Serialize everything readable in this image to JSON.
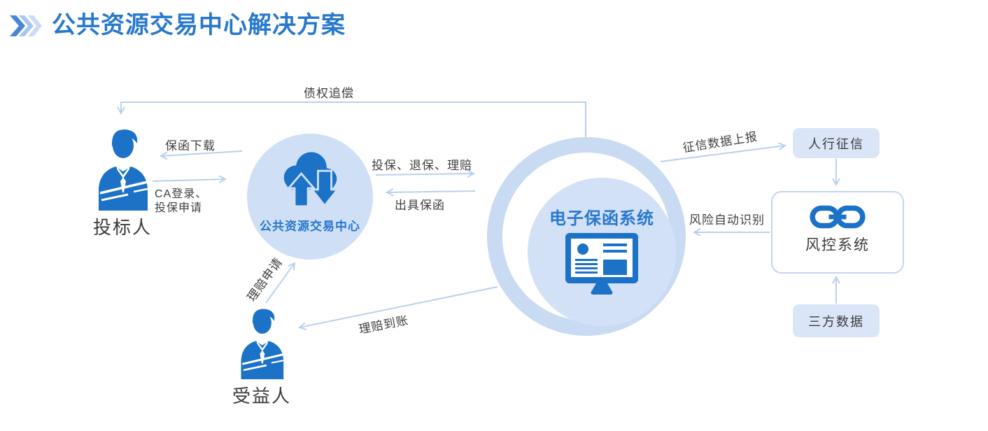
{
  "title": "公共资源交易中心解决方案",
  "colors": {
    "accent_blue": "#1b72c6",
    "title_blue": "#2878cc",
    "node_title_blue": "#2878cc",
    "circle_light_fill": "#cfdff5",
    "ring_fill": "#c9daf3",
    "inner_circle_fill": "#d3e1f7",
    "box_fill": "#dbe5f8",
    "box_border": "#c3d4f2",
    "arrow_line": "#bad0ee",
    "label_text": "#3f3f3f"
  },
  "icons": {
    "title_chevrons": "triple-chevron-right",
    "bidder": "businessman-icon",
    "beneficiary": "businessman-icon",
    "trade_center": "cloud-upload-download-icon",
    "guarantee_system": "monitor-dashboard-icon",
    "risk_system": "chain-link-icon"
  },
  "nodes": {
    "bidder": {
      "label": "投标人"
    },
    "beneficiary": {
      "label": "受益人"
    },
    "trade_center": {
      "label": "公共资源交易中心"
    },
    "guarantee_system": {
      "label": "电子保函系统"
    },
    "pboc_credit": {
      "label": "人行征信"
    },
    "risk_system": {
      "label": "风控系统"
    },
    "third_party_data": {
      "label": "三方数据"
    }
  },
  "edges": {
    "debt_recovery": {
      "label": "债权追偿",
      "from": "电子保函系统",
      "to": "投标人"
    },
    "guarantee_download": {
      "label": "保函下载",
      "from": "公共资源交易中心",
      "to": "投标人"
    },
    "ca_login_apply": {
      "label": "CA登录、\n投保申请",
      "from": "投标人",
      "to": "公共资源交易中心"
    },
    "insure_surrender_claim": {
      "label": "投保、退保、理赔",
      "from": "公共资源交易中心",
      "to": "电子保函系统"
    },
    "issue_guarantee": {
      "label": "出具保函",
      "from": "电子保函系统",
      "to": "公共资源交易中心"
    },
    "claim_application": {
      "label": "理赔申请",
      "from": "受益人",
      "to": "公共资源交易中心"
    },
    "claim_arrival": {
      "label": "理赔到账",
      "from": "电子保函系统",
      "to": "受益人"
    },
    "credit_data_report": {
      "label": "征信数据上报",
      "from": "电子保函系统",
      "to": "人行征信"
    },
    "risk_auto_identify": {
      "label": "风险自动识别",
      "from": "风控系统",
      "to": "电子保函系统"
    },
    "pboc_to_risk": {
      "label": "",
      "from": "人行征信",
      "to": "风控系统"
    },
    "third_to_risk": {
      "label": "",
      "from": "三方数据",
      "to": "风控系统"
    }
  }
}
